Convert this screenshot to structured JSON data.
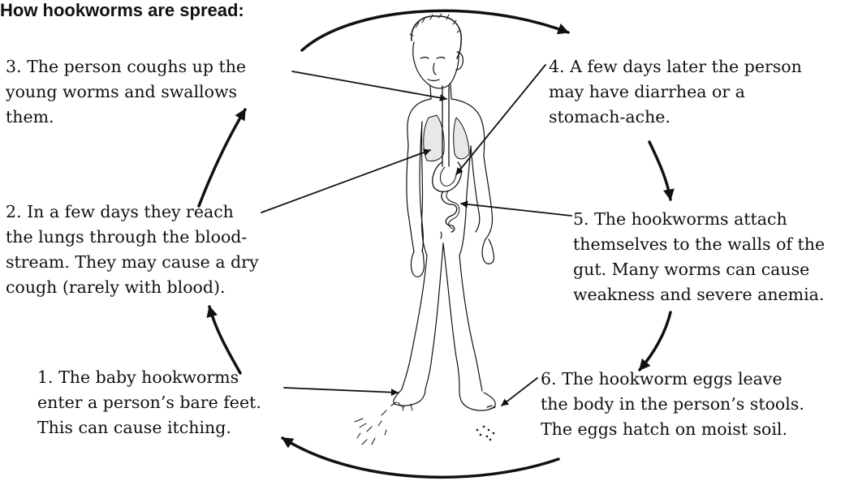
{
  "title": "How hookworms are spread:",
  "steps": [
    {
      "id": 1,
      "lines": [
        "1. The baby hookworms",
        "enter a person’s bare feet.",
        "This can cause itching."
      ]
    },
    {
      "id": 2,
      "lines": [
        "2. In a few days they reach",
        "the lungs through the blood-",
        "stream. They may cause a dry",
        "cough (rarely with blood)."
      ]
    },
    {
      "id": 3,
      "lines": [
        "3. The person coughs up the",
        "young worms and swallows",
        "them."
      ]
    },
    {
      "id": 4,
      "lines": [
        "4. A few days later the person",
        "may have diarrhea or a",
        "stomach-ache."
      ]
    },
    {
      "id": 5,
      "lines": [
        "5. The hookworms attach",
        "themselves to the walls of the",
        "gut. Many worms can cause",
        "weakness and severe anemia."
      ]
    },
    {
      "id": 6,
      "lines": [
        "6. The hookworm eggs leave",
        "the body in the person’s stools.",
        "The eggs hatch on moist soil."
      ]
    }
  ],
  "illustration": {
    "figure": "boy-body-outline-with-lungs-and-intestine"
  }
}
